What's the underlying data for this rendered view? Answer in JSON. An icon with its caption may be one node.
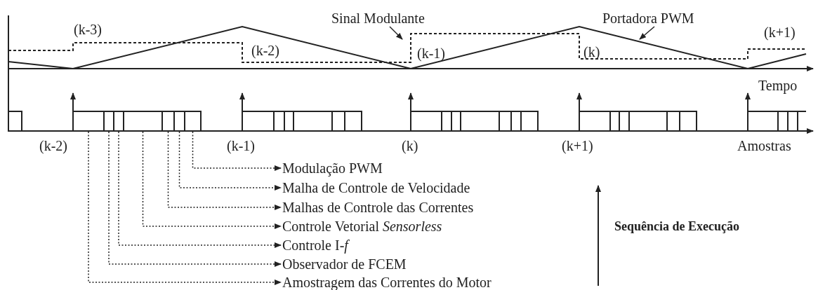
{
  "diagram": {
    "nodes": [
      {
        "text": [
          "Sinal Modulante"
        ]
      },
      {
        "text": [
          "Portadora PWM"
        ]
      },
      {
        "text": [],
        "shape": "box"
      },
      {
        "text": [],
        "shape": "box"
      },
      {
        "text": [],
        "shape": "box"
      },
      {
        "text": [],
        "shape": "box"
      },
      {
        "text": [],
        "shape": "box"
      },
      {
        "text": [],
        "shape": "box"
      },
      {
        "text": [],
        "shape": "box"
      },
      {
        "text": [
          "Modulação PWM"
        ]
      },
      {
        "text": [
          "Malha de Controle de Velocidade"
        ]
      },
      {
        "text": [
          "Malhas de Controle das Correntes"
        ]
      },
      {
        "text": [
          "Controle Vetorial *Sensorless*"
        ]
      },
      {
        "text": [
          "Controle I-*f*"
        ]
      },
      {
        "text": [
          "Observador de FCEM"
        ]
      },
      {
        "text": [
          "Amostragem das Correntes do Motor"
        ]
      }
    ],
    "edges": [
      {
        "from": 0,
        "to": null,
        "arrow": "to"
      },
      {
        "from": 1,
        "to": null,
        "arrow": "to"
      },
      {
        "from": 2,
        "to": 15,
        "arrow": "to",
        "style": "dashed"
      },
      {
        "from": 3,
        "to": 14,
        "arrow": "to",
        "style": "dashed"
      },
      {
        "from": 4,
        "to": 13,
        "arrow": "to",
        "style": "dashed"
      },
      {
        "from": 5,
        "to": 12,
        "arrow": "to",
        "style": "dashed"
      },
      {
        "from": 6,
        "to": 11,
        "arrow": "to",
        "style": "dashed"
      },
      {
        "from": 7,
        "to": 10,
        "arrow": "to",
        "style": "dashed"
      },
      {
        "from": 8,
        "to": 9,
        "arrow": "to",
        "style": "dashed"
      }
    ],
    "labels": [
      "(k-3)",
      "(k-2)",
      "(k-1)",
      "(k)",
      "(k+1)",
      "Tempo",
      "(k-2)",
      "(k-1)",
      "(k)",
      "(k+1)",
      "Amostras",
      "Sequência de Execução"
    ]
  }
}
